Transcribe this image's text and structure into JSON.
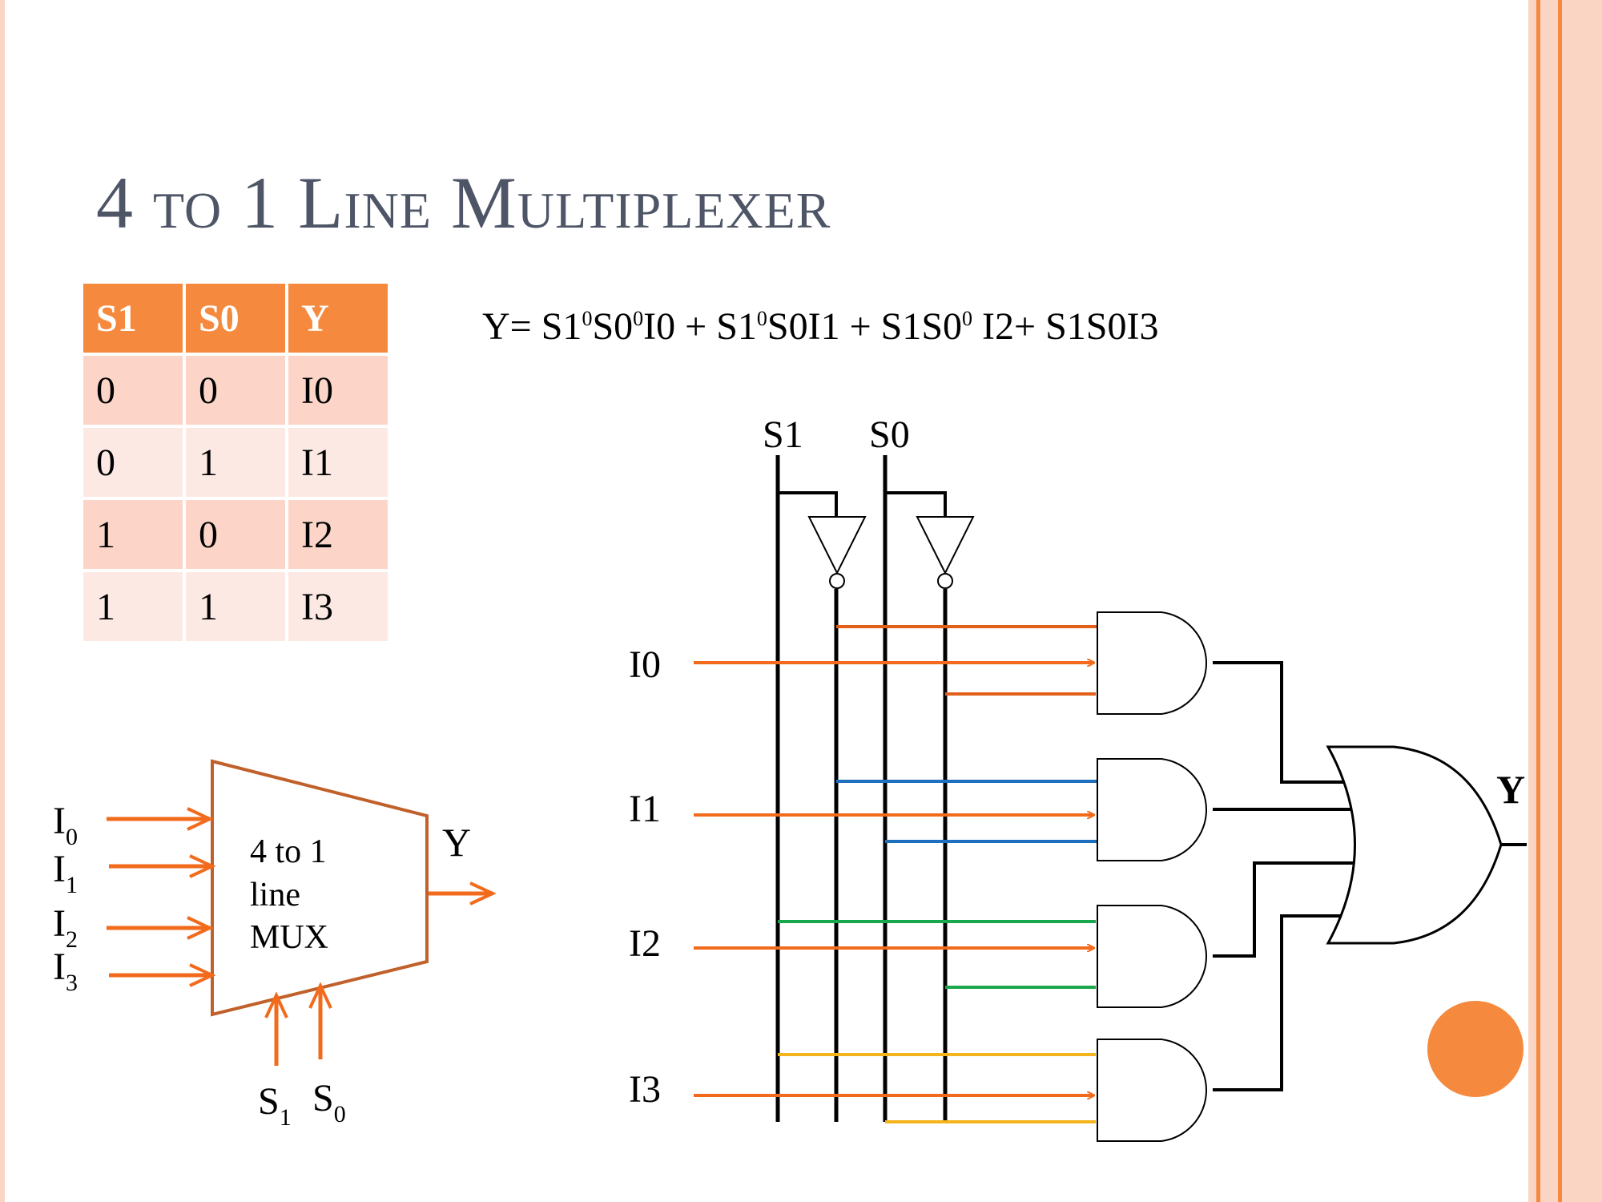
{
  "title": {
    "num1": "4",
    "to": "TO",
    "num2": "1",
    "w1_first": "L",
    "w1_rest": "INE",
    "w2_first": "M",
    "w2_rest": "ULTIPLEXER"
  },
  "truth_table": {
    "headers": [
      "S1",
      "S0",
      "Y"
    ],
    "rows": [
      [
        "0",
        "0",
        "I0"
      ],
      [
        "0",
        "1",
        "I1"
      ],
      [
        "1",
        "0",
        "I2"
      ],
      [
        "1",
        "1",
        "I3"
      ]
    ]
  },
  "equation": {
    "p1": "Y= S1",
    "e1": "0",
    "p2": "S0",
    "e2": "0",
    "p3": "I0 + S1",
    "e3": "0",
    "p4": "S0I1 + S1S0",
    "e4": "0",
    "p5": " I2+ S1S0I3"
  },
  "block": {
    "inputs": [
      {
        "base": "I",
        "sub": "0"
      },
      {
        "base": "I",
        "sub": "1"
      },
      {
        "base": "I",
        "sub": "2"
      },
      {
        "base": "I",
        "sub": "3"
      }
    ],
    "line1": "4 to 1",
    "line2": "line",
    "line3": "MUX",
    "output": "Y",
    "selects": [
      {
        "base": "S",
        "sub": "1"
      },
      {
        "base": "S",
        "sub": "0"
      }
    ]
  },
  "circuit": {
    "select_labels": [
      "S1",
      "S0"
    ],
    "input_labels": [
      "I0",
      "I1",
      "I2",
      "I3"
    ],
    "output_label": "Y"
  },
  "colors": {
    "accent_orange": "#f58a3f",
    "wire_orange": "#f26b1d",
    "wire_blue": "#1f6fbf",
    "wire_green": "#1aa64a",
    "wire_yellow": "#f4b51c",
    "block_outline": "#c0612b",
    "title_gray": "#4d5566"
  }
}
